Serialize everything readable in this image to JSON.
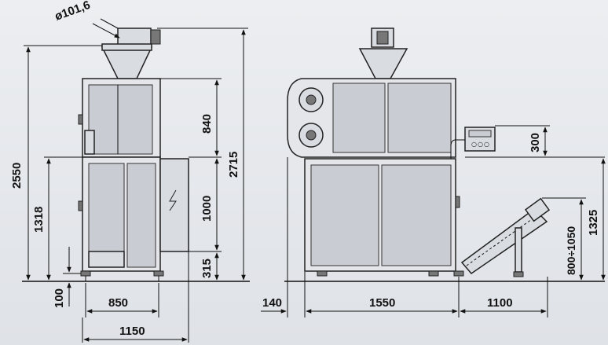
{
  "dimensions": {
    "diameter": "ø101,6",
    "height_total_left": "2550",
    "height_total_right": "2715",
    "upper_section": "840",
    "middle_section": "1000",
    "feet": "315",
    "lower_height": "1318",
    "foot_gap": "100",
    "width_850": "850",
    "width_1150": "1150",
    "offset_140": "140",
    "length_1550": "1550",
    "conveyor_1100": "1100",
    "control_box": "300",
    "conveyor_range": "800÷1050",
    "conveyor_height": "1325"
  },
  "control_panel": {
    "buttons": [
      "○",
      "○",
      "○"
    ]
  }
}
